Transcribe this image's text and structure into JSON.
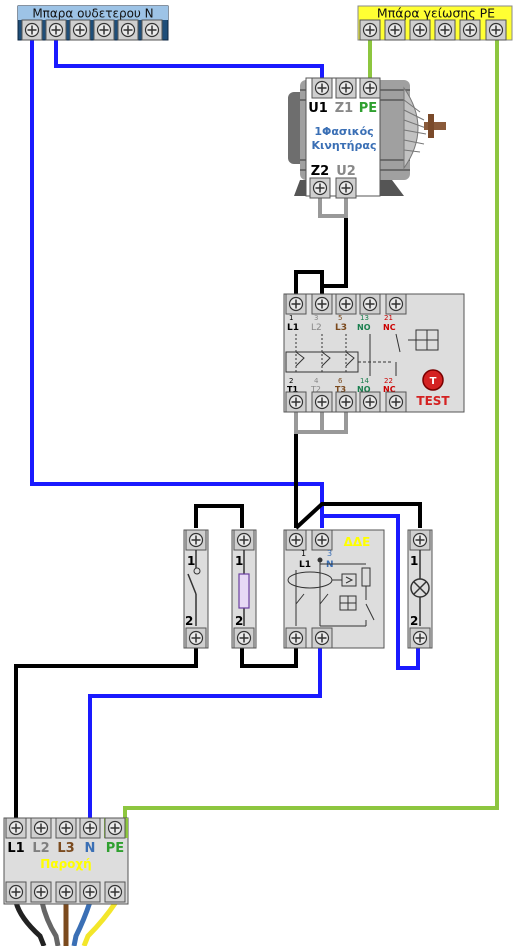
{
  "neutral_bar": {
    "title": "Μπαρα ουδετερου Ν"
  },
  "ground_bar": {
    "title": "Μπάρα γείωσης PE"
  },
  "motor": {
    "terminal_top": [
      "U1",
      "Z1",
      "PE"
    ],
    "terminal_bottom": [
      "Z2",
      "U2"
    ],
    "name_line1": "1Φασικός",
    "name_line2": "Κινητήρας"
  },
  "overload_relay": {
    "top_labels": [
      "1\nL1",
      "3\nL2",
      "5\nL3",
      "13\nNO",
      "21\nNC"
    ],
    "bottom_labels": [
      "2\nT1",
      "4\nT2",
      "6\nT3",
      "14\nNO",
      "22\nNC"
    ],
    "test_button": "T",
    "test_label": "TEST"
  },
  "switch_module": {
    "top": "1",
    "bottom": "2"
  },
  "fuse_module": {
    "top": "1",
    "bottom": "2"
  },
  "rcd": {
    "title": "ΔΔΕ",
    "l1_num": "1",
    "l1": "L1",
    "n_num": "3",
    "n": "N"
  },
  "lamp_module": {
    "top": "1",
    "bottom": "2"
  },
  "supply": {
    "labels": [
      "L1",
      "L2",
      "L3",
      "N",
      "PE"
    ],
    "title": "Παροχή"
  },
  "colors": {
    "phase_black": "#000000",
    "neutral_blue": "#1a1aff",
    "earth_green": "#8dc63f",
    "motor_link_grey": "#999999",
    "neutral_bar_fill": "#1f4e79",
    "ground_bar_fill": "#ffff33",
    "l2_grey": "#7f7f7f",
    "l3_brown": "#7b4a1e",
    "n_blue": "#3a6fb5",
    "pe_green": "#2fa02f",
    "nc_red": "#cc0000",
    "no_green": "#1a7f4f",
    "test_red": "#d42222"
  }
}
